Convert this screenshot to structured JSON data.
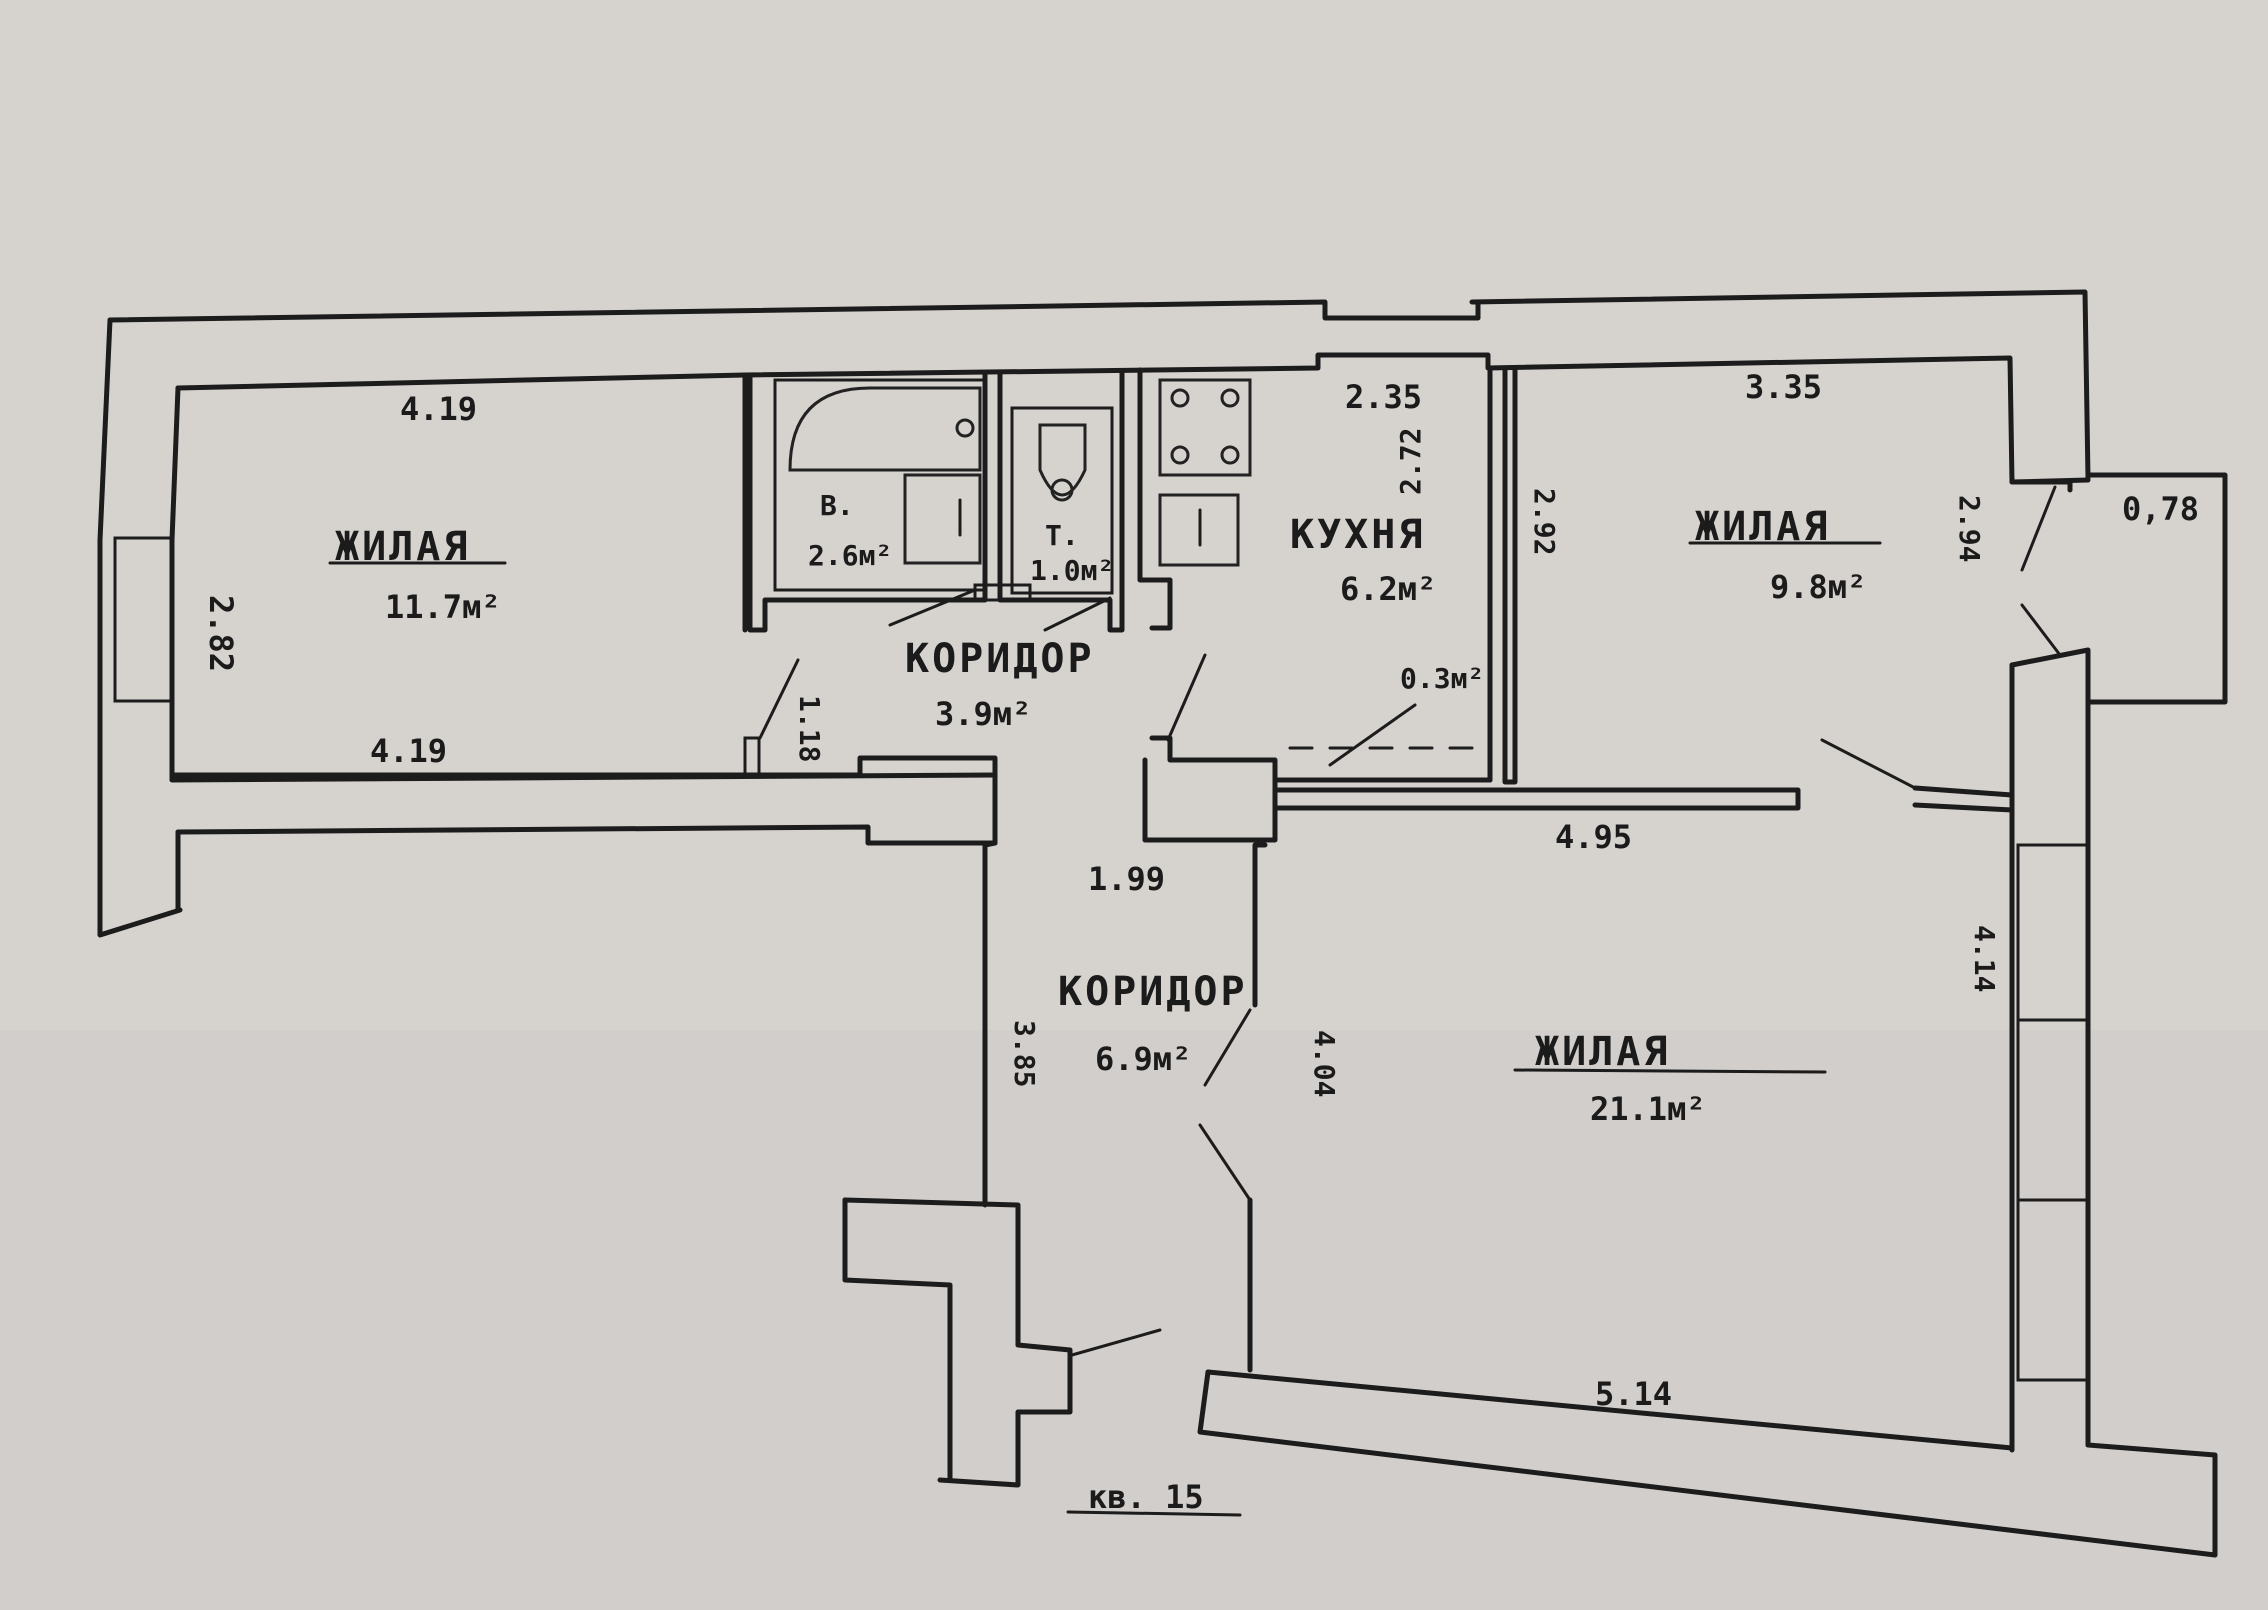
{
  "plan": {
    "apartment_label": "кв. 15",
    "rooms": {
      "living_1": {
        "name": "ЖИЛАЯ",
        "area": "11.7м²"
      },
      "bathroom": {
        "name": "В.",
        "area": "2.6м²"
      },
      "toilet": {
        "name": "Т.",
        "area": "1.0м²"
      },
      "kitchen": {
        "name": "КУХНЯ",
        "area": "6.2м²"
      },
      "living_2": {
        "name": "ЖИЛАЯ",
        "area": "9.8м²"
      },
      "corridor_1": {
        "name": "КОРИДОР",
        "area": "3.9м²"
      },
      "corridor_2": {
        "name": "КОРИДОР",
        "area": "6.9м²"
      },
      "living_3": {
        "name": "ЖИЛАЯ",
        "area": "21.1м²"
      },
      "niche": {
        "area": "0.3м²"
      }
    },
    "dimensions": {
      "living_1_top": "4.19",
      "living_1_bottom": "4.19",
      "living_1_side": "2.82",
      "kitchen_top": "2.35",
      "kitchen_side": "2.72",
      "living_2_top": "3.35",
      "living_2_left": "2.92",
      "living_2_right": "2.94",
      "balcony": "0,78",
      "corridor_1_door": "1.18",
      "corridor_2_width": "1.99",
      "corridor_2_length": "3.85",
      "corridor_2_right": "4.04",
      "living_3_top": "4.95",
      "living_3_right": "4.14",
      "living_3_bottom": "5.14"
    }
  }
}
